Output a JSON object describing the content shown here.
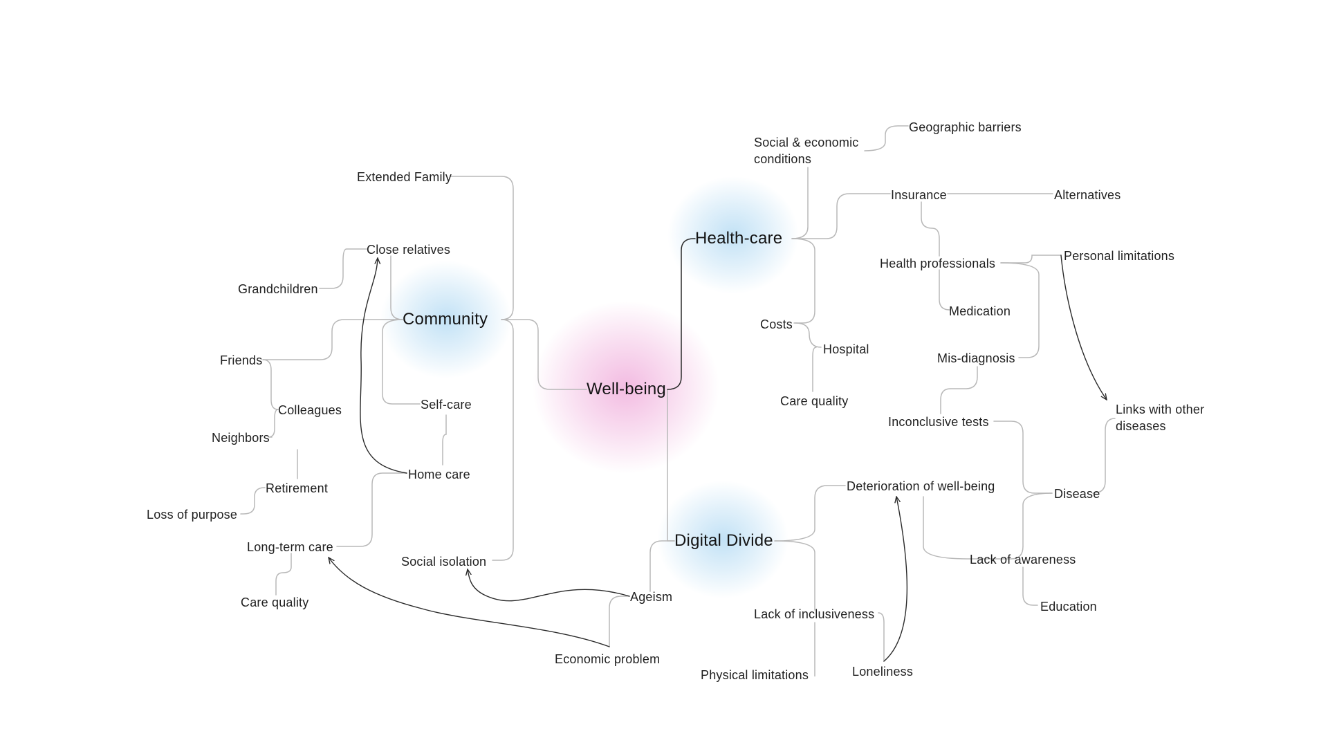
{
  "colors": {
    "center_glow": "#f2b8e0",
    "hub_glow": "#bfe0f5",
    "line": "#b8b8b8",
    "arrow": "#2a2a2a",
    "text": "#1f1f1f"
  },
  "hubs": {
    "wellbeing": "Well-being",
    "community": "Community",
    "healthcare": "Health-care",
    "digital": "Digital Divide"
  },
  "community": {
    "extended_family": "Extended Family",
    "close_relatives": "Close relatives",
    "grandchildren": "Grandchildren",
    "friends": "Friends",
    "colleagues": "Colleagues",
    "neighbors": "Neighbors",
    "retirement": "Retirement",
    "loss_of_purpose": "Loss of purpose",
    "self_care": "Self-care",
    "home_care": "Home care",
    "long_term_care": "Long-term care",
    "care_quality": "Care quality",
    "social_isolation": "Social isolation"
  },
  "healthcare": {
    "social_economic": "Social & economic conditions",
    "geographic_barriers": "Geographic barriers",
    "insurance": "Insurance",
    "alternatives": "Alternatives",
    "health_professionals": "Health professionals",
    "personal_limitations": "Personal limitations",
    "medication": "Medication",
    "costs": "Costs",
    "hospital": "Hospital",
    "care_quality": "Care quality",
    "misdiagnosis": "Mis-diagnosis",
    "inconclusive_tests": "Inconclusive tests",
    "links_other_diseases": "Links with other diseases",
    "disease": "Disease",
    "lack_of_awareness": "Lack of awareness",
    "education": "Education"
  },
  "digital": {
    "deterioration": "Deterioration of well-being",
    "ageism": "Ageism",
    "economic_problem": "Economic problem",
    "lack_of_inclusiveness": "Lack of inclusiveness",
    "physical_limitations": "Physical limitations",
    "loneliness": "Loneliness"
  }
}
